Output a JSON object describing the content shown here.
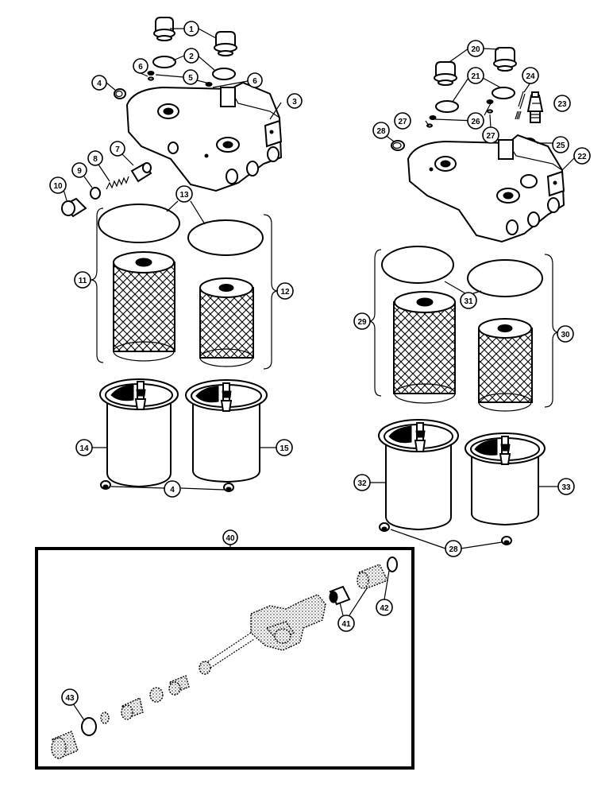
{
  "callouts": {
    "c1": "1",
    "c2": "2",
    "c3": "3",
    "c4a": "4",
    "c4b": "4",
    "c5": "5",
    "c6a": "6",
    "c6b": "6",
    "c7": "7",
    "c8": "8",
    "c9": "9",
    "c10": "10",
    "c11": "11",
    "c12": "12",
    "c13": "13",
    "c14": "14",
    "c15": "15",
    "c20": "20",
    "c21": "21",
    "c22": "22",
    "c23": "23",
    "c24": "24",
    "c25": "25",
    "c26": "26",
    "c27a": "27",
    "c27b": "27",
    "c28a": "28",
    "c28b": "28",
    "c29": "29",
    "c30": "30",
    "c31": "31",
    "c32": "32",
    "c33": "33",
    "c40": "40",
    "c41": "41",
    "c42": "42",
    "c43": "43"
  }
}
